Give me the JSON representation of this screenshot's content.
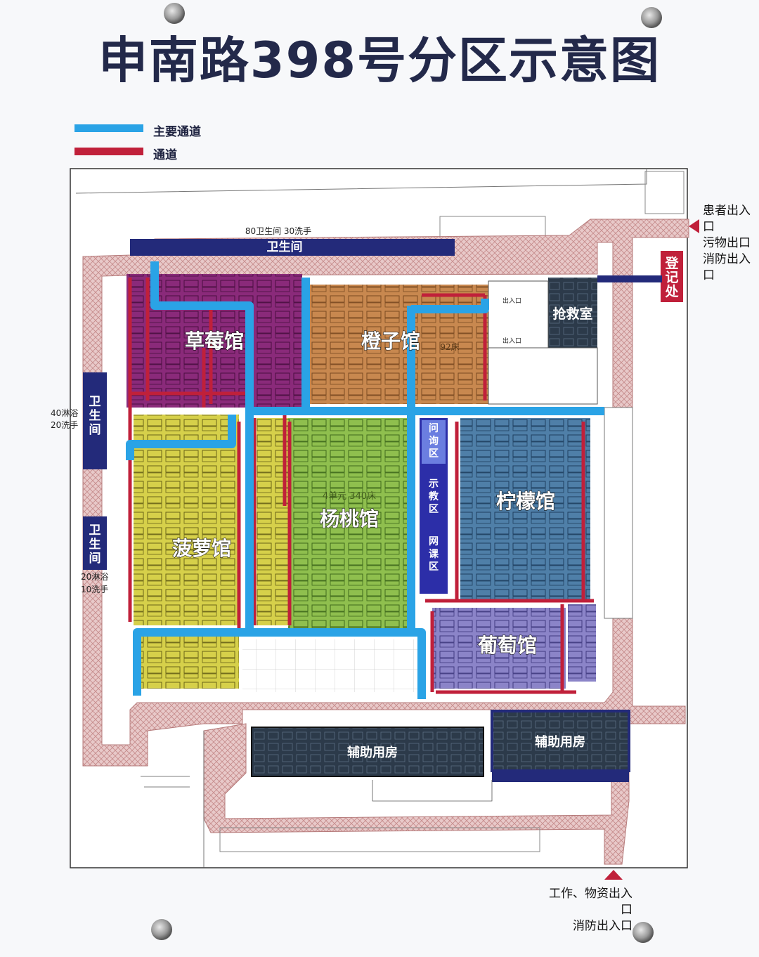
{
  "title": "申南路398号分区示意图",
  "legend": [
    {
      "label": "主要通道",
      "color": "#2aa3e6"
    },
    {
      "label": "通道",
      "color": "#c0203a"
    }
  ],
  "halls": {
    "strawberry": "草莓馆",
    "orange": "橙子馆",
    "pineapple": "菠萝馆",
    "starfruit": "杨桃馆",
    "lemon": "柠檬馆",
    "grape": "葡萄馆"
  },
  "rooms": {
    "rescue": "抢救室",
    "registration": "登记处",
    "consult_area": "问询区",
    "teaching_area": "示教区",
    "online_class_area": "网课区",
    "aux_room_1": "辅助用房",
    "aux_room_2": "辅助用房",
    "restroom_top": "卫生间",
    "restroom_left_1": "卫生间",
    "restroom_left_2": "卫生间"
  },
  "annotations": {
    "top_restroom_note": "80卫生间 30洗手",
    "left_restroom_note_1a": "40淋浴",
    "left_restroom_note_1b": "20洗手",
    "left_restroom_note_2a": "20淋浴",
    "left_restroom_note_2b": "10洗手",
    "starfruit_beds": "4单元 340床",
    "orange_beds": "92床",
    "entry_1": "出入口",
    "entry_2": "出入口"
  },
  "exits": {
    "top_right": [
      "患者出入口",
      "污物出口",
      "消防出入口"
    ],
    "bottom": [
      "工作、物资出入口",
      "消防出入口"
    ]
  },
  "colors": {
    "main_channel": "#2aa3e6",
    "channel": "#c0203a",
    "navy": "#232a7a",
    "strawberry": "#8a2a7a",
    "orange": "#c8884f",
    "pineapple": "#d6d04a",
    "starfruit": "#8fbf4e",
    "lemon": "#4f7fa8",
    "grape": "#8b84c8",
    "dark": "#2c3a4a"
  }
}
